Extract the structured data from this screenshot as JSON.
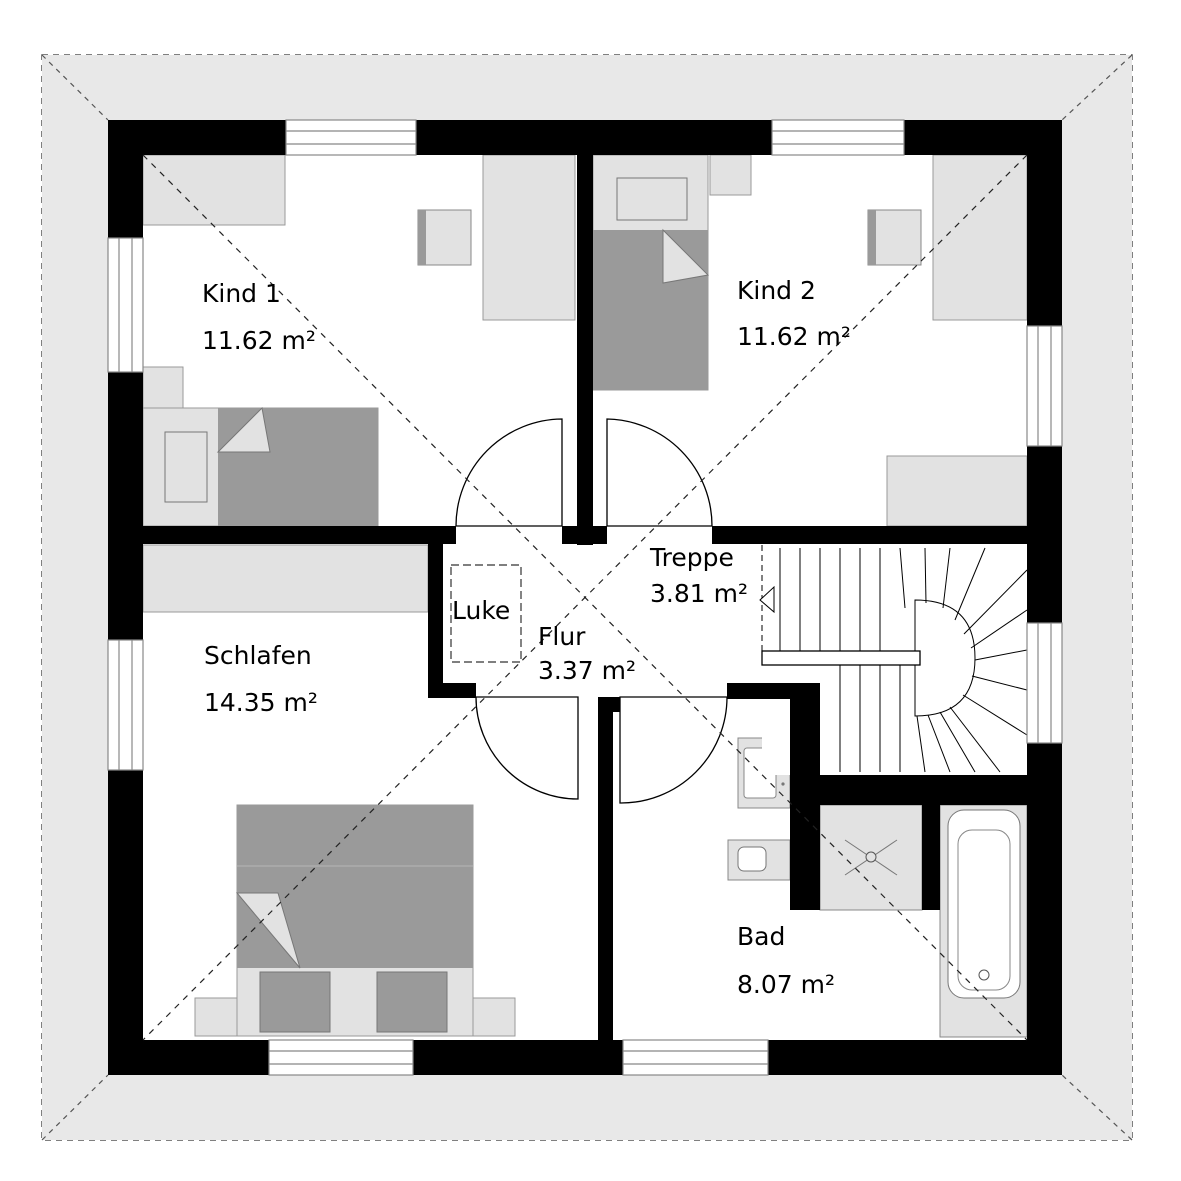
{
  "colors": {
    "wall": "#000000",
    "roof": "#e8e8e8",
    "furniture_light": "#e2e2e2",
    "furniture_dark": "#9a9a9a",
    "window_frame": "#888888",
    "background": "#ffffff"
  },
  "rooms": [
    {
      "id": "kind1",
      "name": "Kind 1",
      "area": "11.62 m²"
    },
    {
      "id": "kind2",
      "name": "Kind 2",
      "area": "11.62 m²"
    },
    {
      "id": "schlafen",
      "name": "Schlafen",
      "area": "14.35 m²"
    },
    {
      "id": "flur",
      "name": "Flur",
      "area": "3.37 m²"
    },
    {
      "id": "treppe",
      "name": "Treppe",
      "area": "3.81 m²"
    },
    {
      "id": "bad",
      "name": "Bad",
      "area": "8.07 m²"
    }
  ],
  "hatch": {
    "label": "Luke"
  }
}
